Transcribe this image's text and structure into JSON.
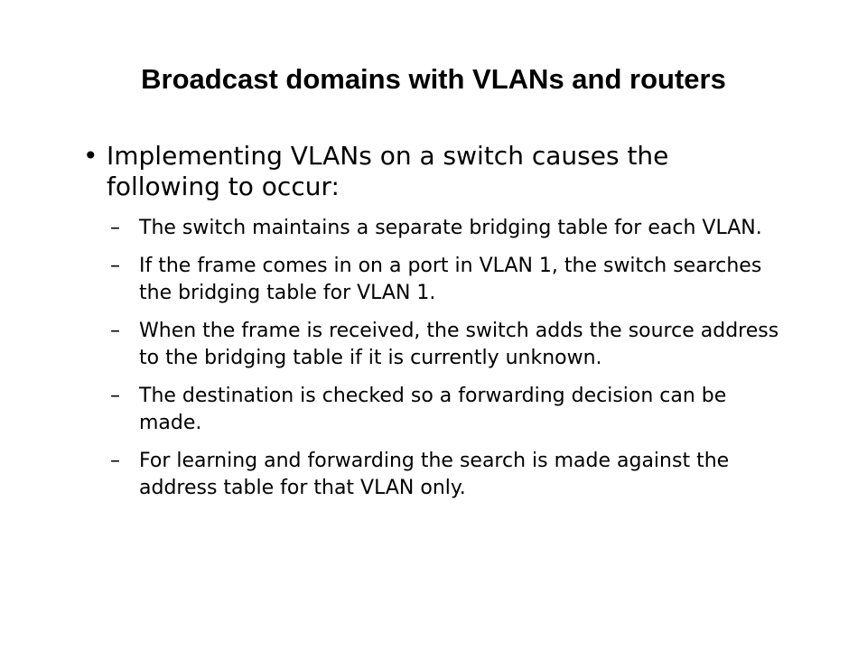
{
  "slide": {
    "title": "Broadcast domains with VLANs and routers",
    "bullet": {
      "mark": "•",
      "text": "Implementing VLANs on a switch causes the following to occur:"
    },
    "sub_mark": "–",
    "sub_items": [
      "The switch maintains a separate bridging table for each VLAN.",
      "If the frame comes in on a port in VLAN 1, the switch searches the bridging table for VLAN 1.",
      "When the frame is received, the switch adds the source address to the bridging table if it is currently unknown.",
      "The destination is checked so a forwarding decision can be made.",
      "For learning and forwarding the search is made against the address table for that VLAN only."
    ]
  }
}
